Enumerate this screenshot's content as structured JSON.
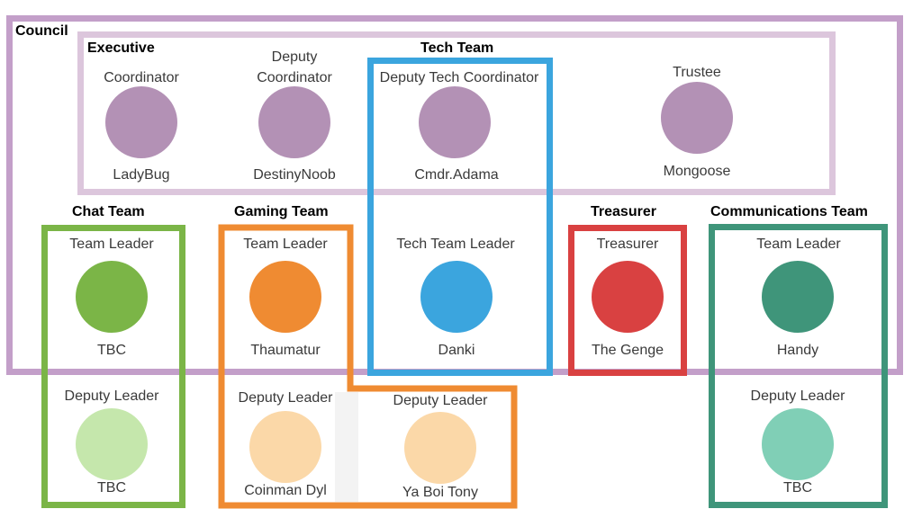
{
  "groups": {
    "council": {
      "title": "Council",
      "color": "#c39fc9"
    },
    "executive": {
      "title": "Executive",
      "color": "#dcc6dc"
    },
    "tech": {
      "title": "Tech Team",
      "color": "#3ba5de"
    },
    "chat": {
      "title": "Chat Team",
      "color": "#7bb547"
    },
    "gaming": {
      "title": "Gaming Team",
      "color": "#ef8b32"
    },
    "treasurer": {
      "title": "Treasurer",
      "color": "#d94141"
    },
    "comms": {
      "title": "Communications Team",
      "color": "#3f957a"
    }
  },
  "members": {
    "coordinator": {
      "role": "Coordinator",
      "name": "LadyBug",
      "color": "#b391b5"
    },
    "deputy_coordinator": {
      "role": "Deputy\nCoordinator",
      "name": "DestinyNoob",
      "color": "#b391b5"
    },
    "deputy_tech_coordinator": {
      "role": "Deputy Tech Coordinator",
      "name": "Cmdr.Adama",
      "color": "#b391b5"
    },
    "trustee": {
      "role": "Trustee",
      "name": "Mongoose",
      "color": "#b391b5"
    },
    "chat_leader": {
      "role": "Team Leader",
      "name": "TBC",
      "color": "#7bb547"
    },
    "chat_deputy": {
      "role": "Deputy Leader",
      "name": "TBC",
      "color": "#c5e7ac"
    },
    "gaming_leader": {
      "role": "Team Leader",
      "name": "Thaumatur",
      "color": "#ef8b32"
    },
    "gaming_deputy1": {
      "role": "Deputy Leader",
      "name": "Coinman Dyl",
      "color": "#fbd8a8"
    },
    "gaming_deputy2": {
      "role": "Deputy Leader",
      "name": "Ya Boi Tony",
      "color": "#fbd8a8"
    },
    "tech_leader": {
      "role": "Tech Team Leader",
      "name": "Danki",
      "color": "#3ba5de"
    },
    "treasurer": {
      "role": "Treasurer",
      "name": "The Genge",
      "color": "#d94141"
    },
    "comms_leader": {
      "role": "Team Leader",
      "name": "Handy",
      "color": "#3f957a"
    },
    "comms_deputy": {
      "role": "Deputy Leader",
      "name": "TBC",
      "color": "#80cfb6"
    }
  }
}
